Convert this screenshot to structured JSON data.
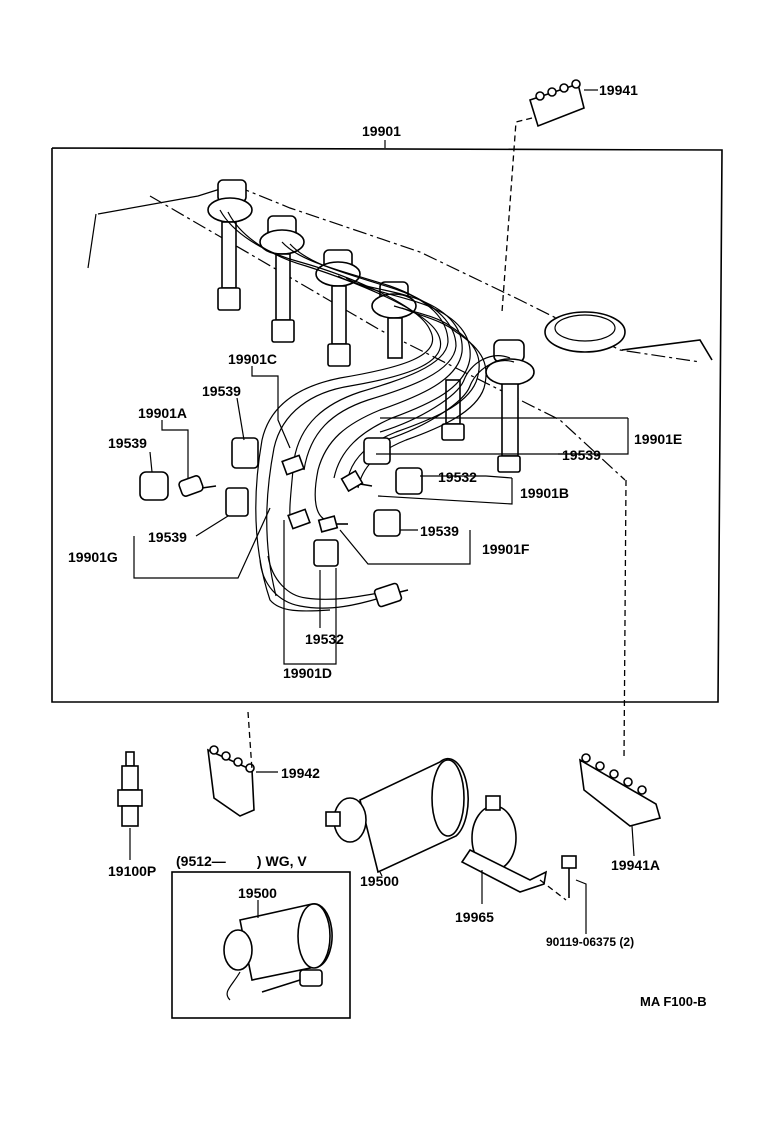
{
  "labels": {
    "p19941": "19941",
    "p19901": "19901",
    "p19901C": "19901C",
    "p19539_c": "19539",
    "p19901A": "19901A",
    "p19539_a": "19539",
    "p19901E": "19901E",
    "p19539_e": "19539",
    "p19532_b": "19532",
    "p19901B": "19901B",
    "p19539_g": "19539",
    "p19901G": "19901G",
    "p19539_f": "19539",
    "p19901F": "19901F",
    "p19532_d": "19532",
    "p19901D": "19901D",
    "p19942": "19942",
    "p19100P": "19100P",
    "p19500": "19500",
    "p19500_inset": "19500",
    "inset_condition": "(9512—        ) WG, V",
    "p19965": "19965",
    "p19941A": "19941A",
    "bolt": "90119-06375 (2)",
    "figure_code": "MA F100-B"
  }
}
